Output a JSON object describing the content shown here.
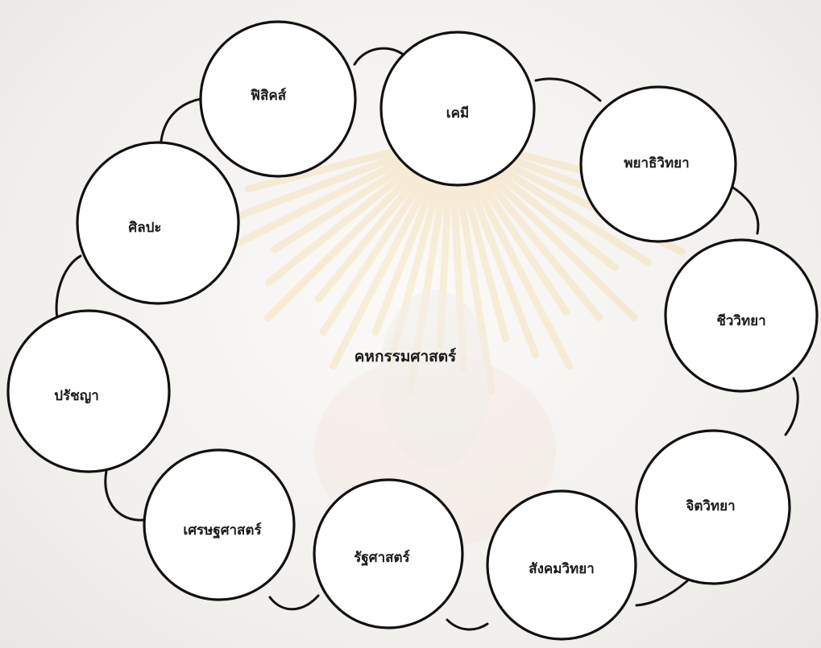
{
  "diagram": {
    "center": {
      "label": "คหกรรมศาสตร์"
    },
    "nodes": [
      {
        "id": "physics",
        "label": "ฟิสิคส์"
      },
      {
        "id": "chemistry",
        "label": "เคมี"
      },
      {
        "id": "pathology",
        "label": "พยาธิวิทยา"
      },
      {
        "id": "biology",
        "label": "ชีววิทยา"
      },
      {
        "id": "psychology",
        "label": "จิตวิทยา"
      },
      {
        "id": "sociology",
        "label": "สังคมวิทยา"
      },
      {
        "id": "political-science",
        "label": "รัฐศาสตร์"
      },
      {
        "id": "economics",
        "label": "เศรษฐศาสตร์"
      },
      {
        "id": "philosophy",
        "label": "ปรัชญา"
      },
      {
        "id": "art",
        "label": "ศิลปะ"
      }
    ]
  },
  "colors": {
    "stroke": "#111111",
    "node_fill": "#ffffff",
    "watermark": "#f0c96a"
  }
}
